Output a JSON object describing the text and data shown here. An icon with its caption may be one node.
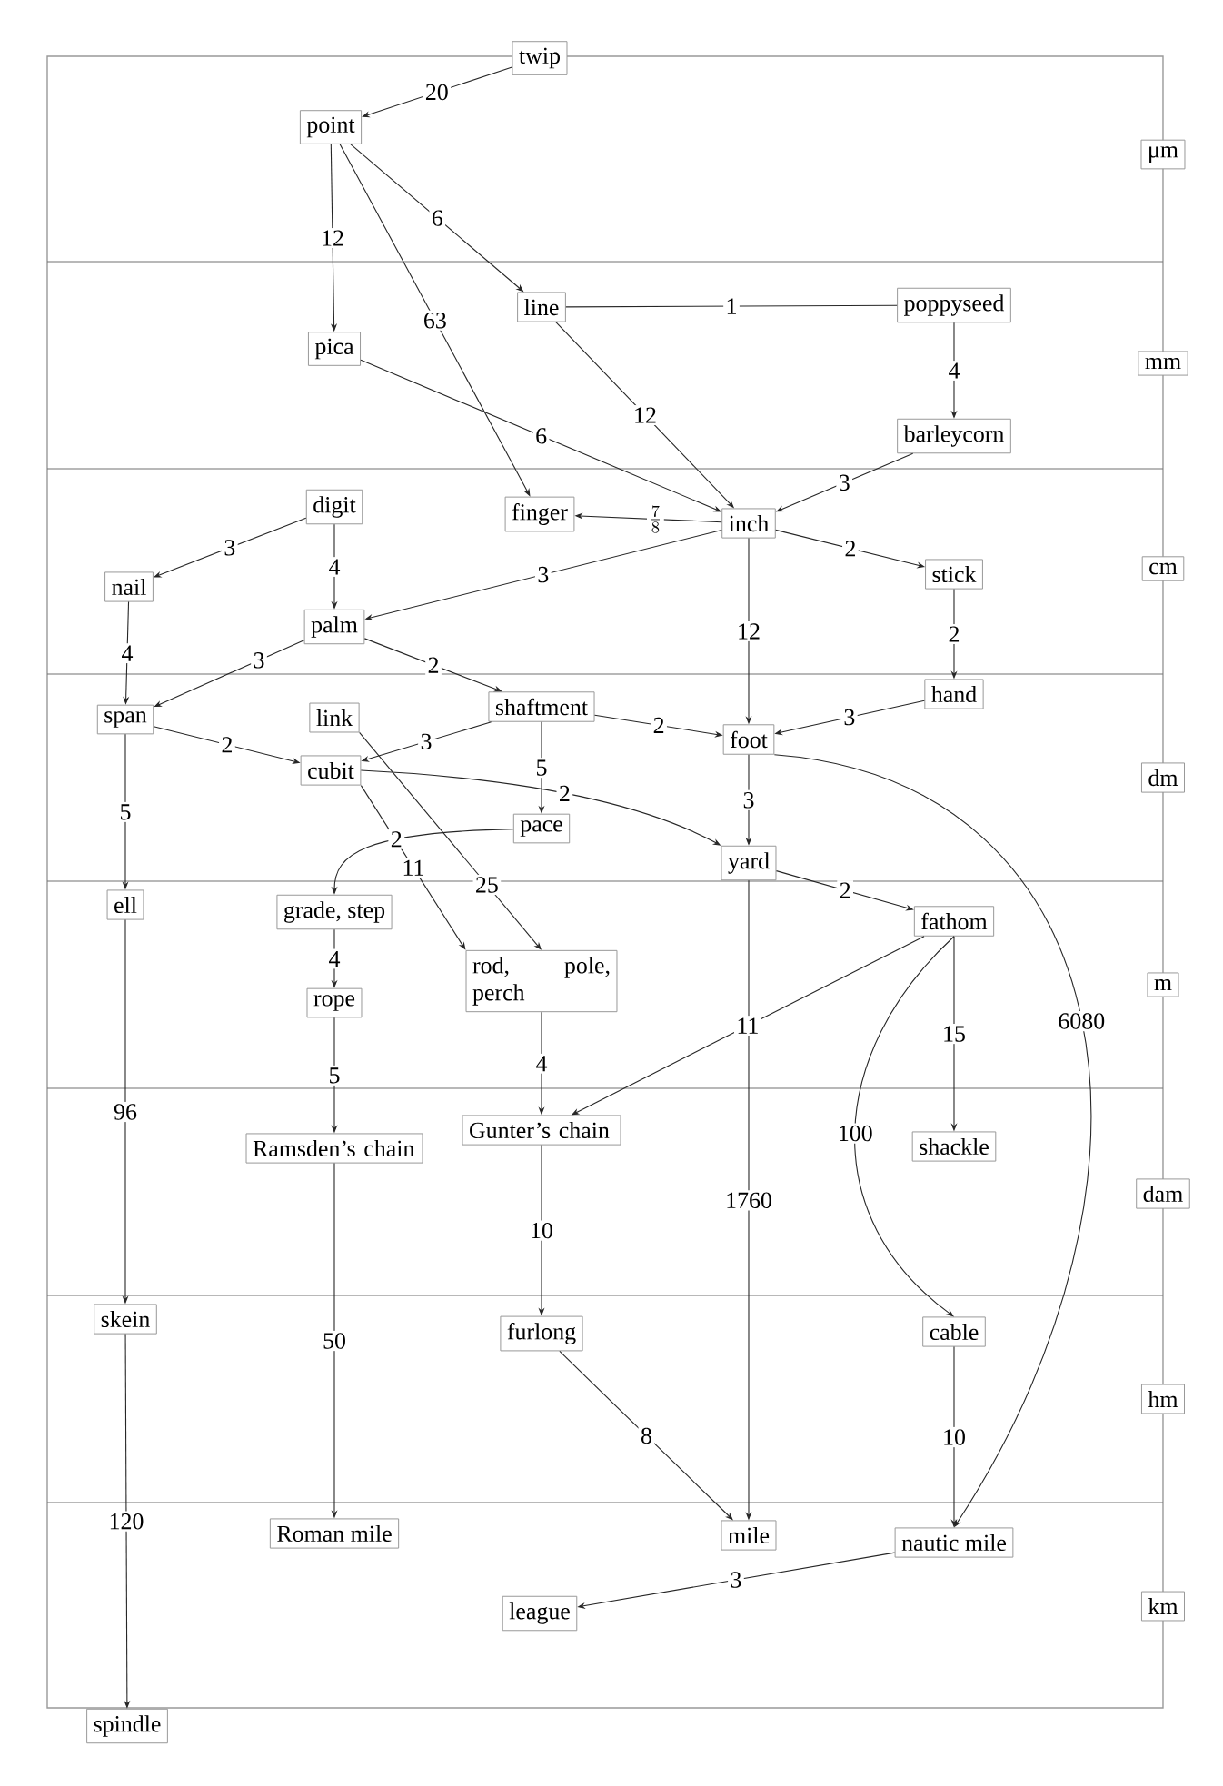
{
  "diagram": {
    "nodes": [
      {
        "text": [
          "twip"
        ]
      },
      {
        "text": [
          "point"
        ]
      },
      {
        "text": [
          "line"
        ]
      },
      {
        "text": [
          "poppyseed"
        ]
      },
      {
        "text": [
          "pica"
        ]
      },
      {
        "text": [
          "barleycorn"
        ]
      },
      {
        "text": [
          "digit"
        ]
      },
      {
        "text": [
          "finger"
        ]
      },
      {
        "text": [
          "inch"
        ]
      },
      {
        "text": [
          "nail"
        ]
      },
      {
        "text": [
          "stick"
        ]
      },
      {
        "text": [
          "palm"
        ]
      },
      {
        "text": [
          "hand"
        ]
      },
      {
        "text": [
          "link"
        ]
      },
      {
        "text": [
          "shaftment"
        ]
      },
      {
        "text": [
          "span"
        ]
      },
      {
        "text": [
          "foot"
        ]
      },
      {
        "text": [
          "cubit"
        ]
      },
      {
        "text": [
          "pace"
        ]
      },
      {
        "text": [
          "yard"
        ]
      },
      {
        "text": [
          "ell"
        ]
      },
      {
        "text": [
          "grade, step"
        ]
      },
      {
        "text": [
          "fathom"
        ]
      },
      {
        "text": [
          "rod, pole, perch"
        ]
      },
      {
        "text": [
          "rope"
        ]
      },
      {
        "text": [
          "Ramsden’s chain"
        ]
      },
      {
        "text": [
          "Gunter’s chain"
        ]
      },
      {
        "text": [
          "shackle"
        ]
      },
      {
        "text": [
          "skein"
        ]
      },
      {
        "text": [
          "furlong"
        ]
      },
      {
        "text": [
          "cable"
        ]
      },
      {
        "text": [
          "Roman mile"
        ]
      },
      {
        "text": [
          "mile"
        ]
      },
      {
        "text": [
          "nautic mile"
        ]
      },
      {
        "text": [
          "league"
        ]
      },
      {
        "text": [
          "spindle"
        ]
      },
      {
        "text": [
          "μm"
        ]
      },
      {
        "text": [
          "mm"
        ]
      },
      {
        "text": [
          "cm"
        ]
      },
      {
        "text": [
          "dm"
        ]
      },
      {
        "text": [
          "m"
        ]
      },
      {
        "text": [
          "dam"
        ]
      },
      {
        "text": [
          "hm"
        ]
      },
      {
        "text": [
          "km"
        ]
      }
    ],
    "edges": [
      {
        "from": 0,
        "to": 1,
        "arrow": "to",
        "label": "20"
      },
      {
        "from": 1,
        "to": 4,
        "arrow": "to",
        "label": "12"
      },
      {
        "from": 1,
        "to": 2,
        "arrow": "to",
        "label": "6"
      },
      {
        "from": 1,
        "to": 7,
        "arrow": "to",
        "label": "63"
      },
      {
        "from": 2,
        "to": 3,
        "arrow": "none",
        "label": "1"
      },
      {
        "from": 3,
        "to": 5,
        "arrow": "to",
        "label": "4"
      },
      {
        "from": 4,
        "to": 8,
        "arrow": "to",
        "label": "6"
      },
      {
        "from": 2,
        "to": 8,
        "arrow": "to",
        "label": "12"
      },
      {
        "from": 5,
        "to": 8,
        "arrow": "to",
        "label": "3"
      },
      {
        "from": 8,
        "to": 7,
        "arrow": "to",
        "label": "\\frac{7}{8}"
      },
      {
        "from": 6,
        "to": 9,
        "arrow": "to",
        "label": "3"
      },
      {
        "from": 6,
        "to": 11,
        "arrow": "to",
        "label": "4"
      },
      {
        "from": 8,
        "to": 11,
        "arrow": "to",
        "label": "3"
      },
      {
        "from": 8,
        "to": 10,
        "arrow": "to",
        "label": "2"
      },
      {
        "from": 8,
        "to": 16,
        "arrow": "to",
        "label": "12"
      },
      {
        "from": 10,
        "to": 12,
        "arrow": "to",
        "label": "2"
      },
      {
        "from": 9,
        "to": 15,
        "arrow": "to",
        "label": "4"
      },
      {
        "from": 11,
        "to": 15,
        "arrow": "to",
        "label": "3"
      },
      {
        "from": 11,
        "to": 14,
        "arrow": "to",
        "label": "2"
      },
      {
        "from": 12,
        "to": 16,
        "arrow": "to",
        "label": "3"
      },
      {
        "from": 14,
        "to": 16,
        "arrow": "to",
        "label": "2"
      },
      {
        "from": 14,
        "to": 17,
        "arrow": "to",
        "label": "3"
      },
      {
        "from": 15,
        "to": 17,
        "arrow": "to",
        "label": "2"
      },
      {
        "from": 14,
        "to": 18,
        "arrow": "to",
        "label": "5"
      },
      {
        "from": 15,
        "to": 20,
        "arrow": "to",
        "label": "5"
      },
      {
        "from": 17,
        "to": 19,
        "arrow": "to",
        "label": "2"
      },
      {
        "from": 16,
        "to": 19,
        "arrow": "to",
        "label": "3"
      },
      {
        "from": 13,
        "to": 23,
        "arrow": "to",
        "label": "25"
      },
      {
        "from": 17,
        "to": 23,
        "arrow": "to",
        "label": "11"
      },
      {
        "from": 18,
        "to": 21,
        "arrow": "to",
        "label": "2"
      },
      {
        "from": 16,
        "to": 33,
        "arrow": "to",
        "label": "6080"
      },
      {
        "from": 19,
        "to": 22,
        "arrow": "to",
        "label": "2"
      },
      {
        "from": 19,
        "to": 32,
        "arrow": "to",
        "label": "1760"
      },
      {
        "from": 22,
        "to": 26,
        "arrow": "to",
        "label": "11"
      },
      {
        "from": 22,
        "to": 27,
        "arrow": "to",
        "label": "15"
      },
      {
        "from": 22,
        "to": 30,
        "arrow": "to",
        "label": "100"
      },
      {
        "from": 21,
        "to": 24,
        "arrow": "to",
        "label": "4"
      },
      {
        "from": 24,
        "to": 25,
        "arrow": "to",
        "label": "5"
      },
      {
        "from": 23,
        "to": 26,
        "arrow": "to",
        "label": "4"
      },
      {
        "from": 20,
        "to": 28,
        "arrow": "to",
        "label": "96"
      },
      {
        "from": 26,
        "to": 29,
        "arrow": "to",
        "label": "10"
      },
      {
        "from": 25,
        "to": 31,
        "arrow": "to",
        "label": "50"
      },
      {
        "from": 28,
        "to": 35,
        "arrow": "to",
        "label": "120"
      },
      {
        "from": 29,
        "to": 32,
        "arrow": "to",
        "label": "8"
      },
      {
        "from": 30,
        "to": 33,
        "arrow": "to",
        "label": "10"
      },
      {
        "from": 33,
        "to": 34,
        "arrow": "to",
        "label": "3"
      }
    ]
  }
}
